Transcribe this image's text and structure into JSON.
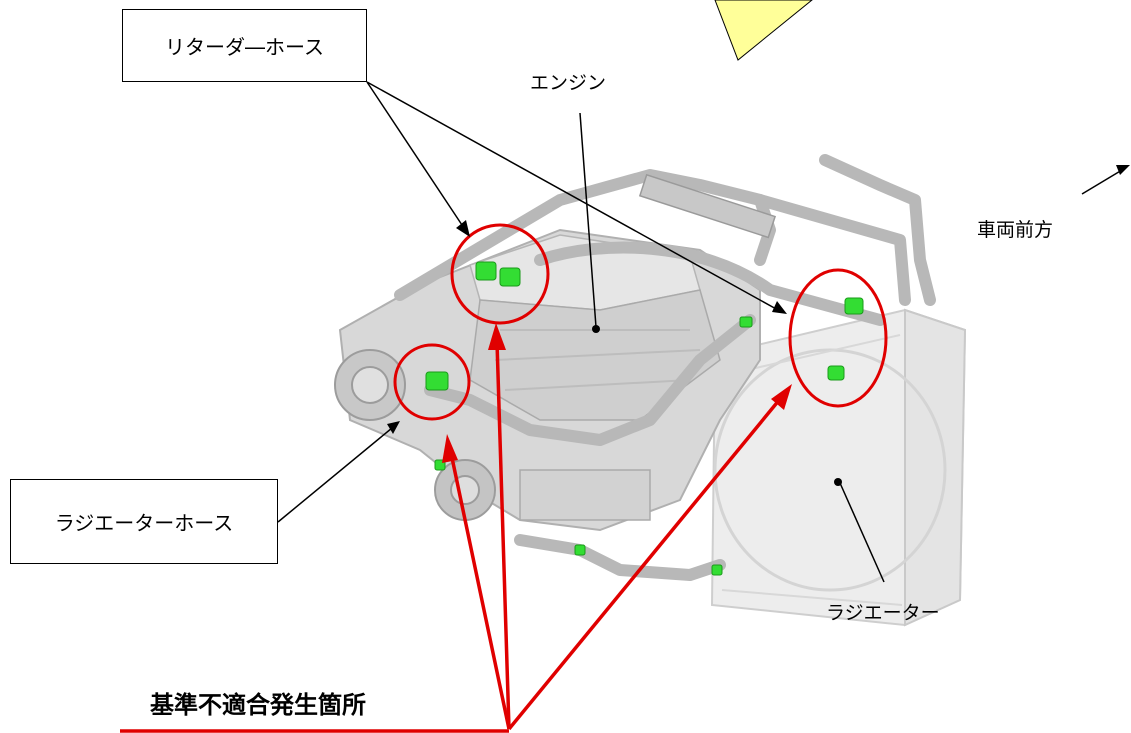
{
  "labels": {
    "retarder_hose": "リターダ―ホース",
    "engine": "エンジン",
    "vehicle_front": "車両前方",
    "radiator_hose": "ラジエーターホース",
    "radiator": "ラジエーター",
    "defect_location": "基準不適合発生箇所"
  },
  "colors": {
    "highlight": "#e00000",
    "callout_fill": "#ffff99",
    "clamp_green": "#33dd33",
    "pipe": "#b8b8b8",
    "engine_body": "#d8d8d8",
    "radiator_body": "#ececec"
  }
}
